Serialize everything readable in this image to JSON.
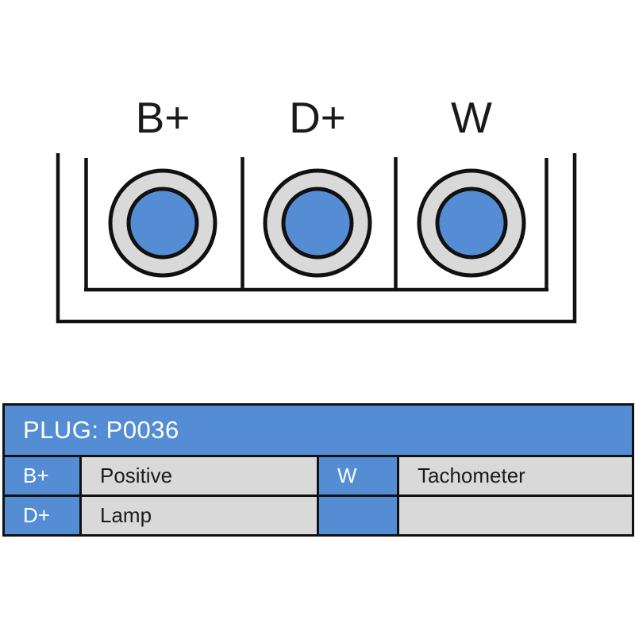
{
  "connector": {
    "terminals": [
      {
        "label": "B+"
      },
      {
        "label": "D+"
      },
      {
        "label": "W"
      }
    ],
    "pin_fill_color": "#548DD4",
    "pin_ring_color": "#D9D9D9",
    "outline_color": "#111111"
  },
  "plug_table": {
    "title": "PLUG: P0036",
    "header_bg": "#548DD4",
    "cell_bg": "#D9D9D9",
    "pin_assignments": [
      {
        "pin": "B+",
        "function": "Positive"
      },
      {
        "pin": "D+",
        "function": "Lamp"
      },
      {
        "pin": "W",
        "function": "Tachometer"
      }
    ]
  }
}
